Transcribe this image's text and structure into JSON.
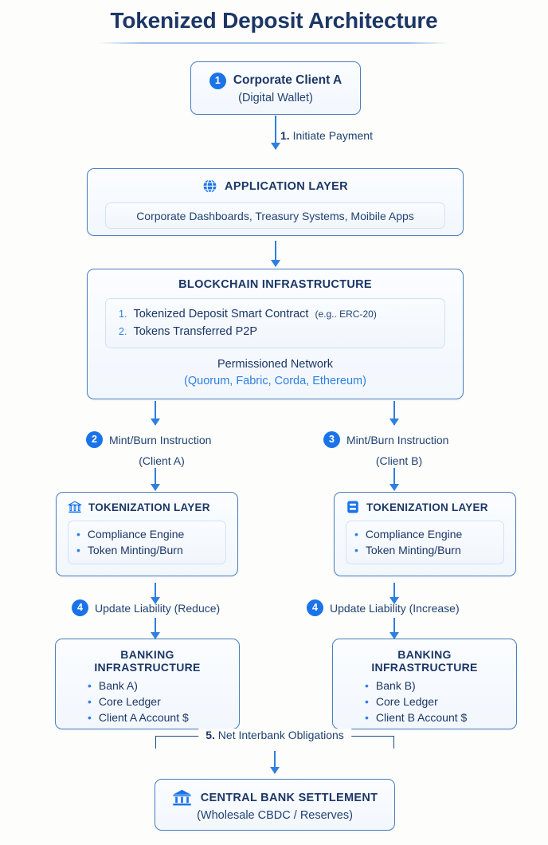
{
  "page": {
    "title": "Tokenized Deposit Architecture",
    "accent_color": "#1a73e8",
    "navy_color": "#1c3766",
    "border_color": "#4a7fbf",
    "background_color": "#fdfdfb"
  },
  "client_node": {
    "badge": "1",
    "title": "Corporate Client A",
    "subtitle": "(Digital Wallet)",
    "icon": "none"
  },
  "step1": {
    "number": "1.",
    "label": "Initiate Payment"
  },
  "application_layer": {
    "icon": "globe-icon",
    "heading": "APPLICATION LAYER",
    "content": "Corporate Dashboards, Treasury Systems,  Moibile Apps"
  },
  "blockchain": {
    "heading": "BLOCKCHAIN INFRASTRUCTURE",
    "items": [
      {
        "num": "1.",
        "text": "Tokenized Deposit Smart Contract",
        "note": "(e.g.. ERC-20)"
      },
      {
        "num": "2.",
        "text": "Tokens Transferred P2P",
        "note": ""
      }
    ],
    "network_title": "Permissioned Network",
    "network_list": "(Quorum, Fabric, Corda, Ethereum)"
  },
  "branches": {
    "left": {
      "step_badge": "2",
      "step_label": "Mint/Burn Instruction",
      "step_sub": "(Client A)",
      "tokenization": {
        "icon": "bank-building-icon",
        "heading": "TOKENIZATION LAYER",
        "items": [
          "Compliance Engine",
          "Token Minting/Burn"
        ]
      },
      "update": {
        "badge": "4",
        "label": "Update Liability (Reduce)"
      },
      "banking": {
        "heading": "BANKING INFRASTRUCTURE",
        "items": [
          "Bank A)",
          "Core Ledger",
          "Client A Account $"
        ]
      }
    },
    "right": {
      "step_badge": "3",
      "step_label": "Mint/Burn Instruction",
      "step_sub": "(Client B)",
      "tokenization": {
        "icon": "server-document-icon",
        "heading": "TOKENIZATION LAYER",
        "items": [
          "Compliance Engine",
          "Token Minting/Burn"
        ]
      },
      "update": {
        "badge": "4",
        "label": "Update Liability (Increase)"
      },
      "banking": {
        "heading": "BANKING INFRASTRUCTURE",
        "items": [
          "Bank B)",
          "Core Ledger",
          "Client B Account $"
        ]
      }
    }
  },
  "step5": {
    "number": "5.",
    "label": "Net Interbank Obligations"
  },
  "central_bank": {
    "icon": "bank-building-icon",
    "title": "CENTRAL BANK SETTLEMENT",
    "subtitle": "(Wholesale CBDC / Reserves)"
  }
}
